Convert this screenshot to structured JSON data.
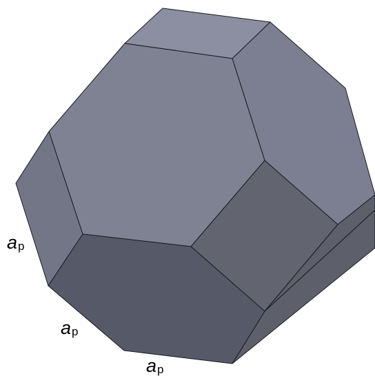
{
  "figure": {
    "kind": "truncated-octahedron",
    "face_colors": {
      "top_square": "#8b8fa1",
      "front_hexagon": "#7e8293",
      "right_upper_hexagon": "#7b7f91",
      "left_square": "#727687",
      "right_lower_square": "#62656f",
      "right_small_face": "#5d606b",
      "bottom_hexagon": "#565968",
      "edge_color": "#1a1a1f"
    },
    "edge_labels": [
      {
        "symbol": "a",
        "subscript": "p"
      },
      {
        "symbol": "a",
        "subscript": "p"
      },
      {
        "symbol": "a",
        "subscript": "p"
      }
    ]
  }
}
